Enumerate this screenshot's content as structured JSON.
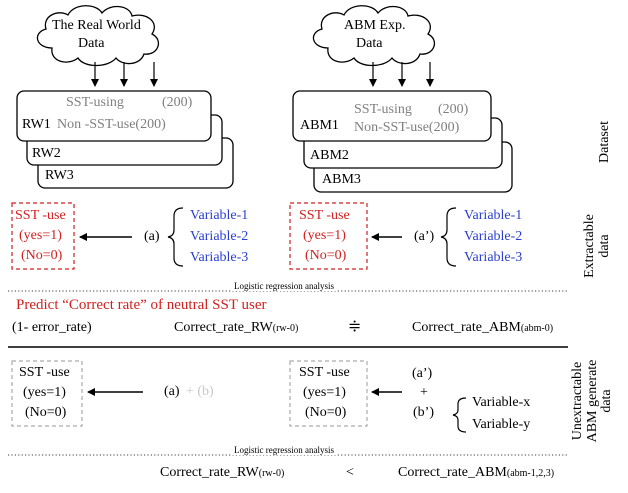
{
  "clouds": {
    "left": [
      "The Real World",
      "Data"
    ],
    "right": [
      "ABM Exp.",
      "Data"
    ]
  },
  "rw_stack": {
    "front_label": "RW1",
    "sst_using": "SST-using",
    "sst_using_count": "(200)",
    "non_sst": "Non -SST-use(200)",
    "back": [
      "RW2",
      "RW3"
    ]
  },
  "abm_stack": {
    "front_label": "ABM1",
    "sst_using": "SST-using",
    "sst_using_count": "(200)",
    "non_sst": "Non-SST-use(200)",
    "back": [
      "ABM2",
      "ABM3"
    ]
  },
  "side_labels": {
    "dataset": "Dataset",
    "extractable": [
      "Extractable",
      "data"
    ],
    "unextractable": [
      "Unextractable",
      "ABM generate",
      "data"
    ]
  },
  "extractable": {
    "left_box": [
      "SST -use",
      "(yes=1)",
      "(No=0)"
    ],
    "left_arrow_label": "(a)",
    "left_vars": [
      "Variable-1",
      "Variable-2",
      "Variable-3"
    ],
    "right_box": [
      "SST -use",
      "(yes=1)",
      "(No=0)"
    ],
    "right_arrow_label": "(a’)",
    "right_vars": [
      "Variable-1",
      "Variable-2",
      "Variable-3"
    ]
  },
  "logistic_label": "Logistic regression analysis",
  "predict_title": "Predict “Correct rate” of neutral SST user",
  "error_rate": "(1- error_rate)",
  "eq1": {
    "left": "Correct_rate_RW",
    "left_sub": "(rw-0)",
    "symbol": "≑",
    "right": "Correct_rate_ABM",
    "right_sub": "(abm-0)"
  },
  "unextractable": {
    "left_box": [
      "SST -use",
      "(yes=1)",
      "(No=0)"
    ],
    "left_label_a": "(a)",
    "left_label_b": "+ (b)",
    "right_box": [
      "SST -use",
      "(yes=1)",
      "(No=0)"
    ],
    "a_prime": "(a’)",
    "plus": "+",
    "b_prime": "(b’)",
    "vars": [
      "Variable-x",
      "Variable-y"
    ]
  },
  "eq2": {
    "left": "Correct_rate_RW",
    "left_sub": "(rw-0)",
    "symbol": "<",
    "right": "Correct_rate_ABM",
    "right_sub": "(abm-1,2,3)"
  },
  "colors": {
    "blue": "#2a3fd1",
    "red": "#d21f1f",
    "gray": "#7f7f7f"
  }
}
